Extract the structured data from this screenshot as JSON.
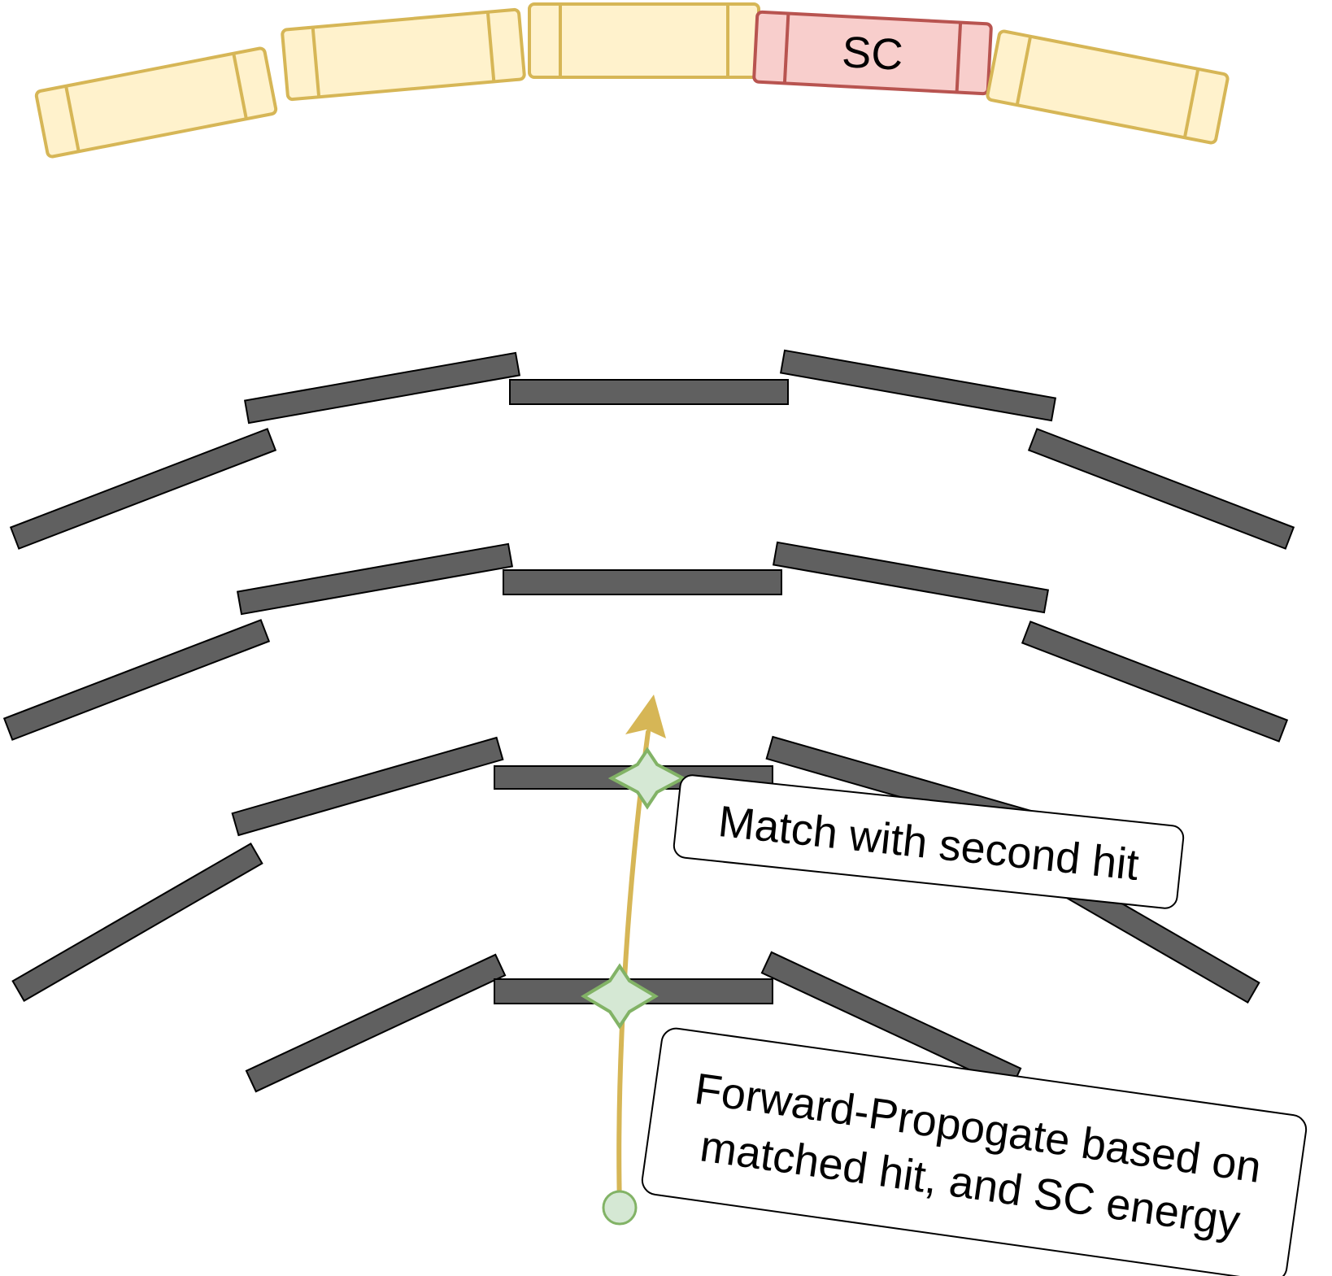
{
  "calorimeter": {
    "supercluster_label": "SC"
  },
  "annotations": {
    "second_hit": "Match with second hit",
    "propagate_line1": "Forward-Propogate based on",
    "propagate_line2": "matched hit, and SC energy"
  },
  "colors": {
    "calorimeter_fill": "#fff2cc",
    "calorimeter_stroke": "#d6b656",
    "supercluster_fill": "#f8cecc",
    "supercluster_stroke": "#b85450",
    "tracker_module": "#606060",
    "track": "#d6b656",
    "hit_fill": "#d5e8d4",
    "hit_stroke": "#82b366"
  }
}
